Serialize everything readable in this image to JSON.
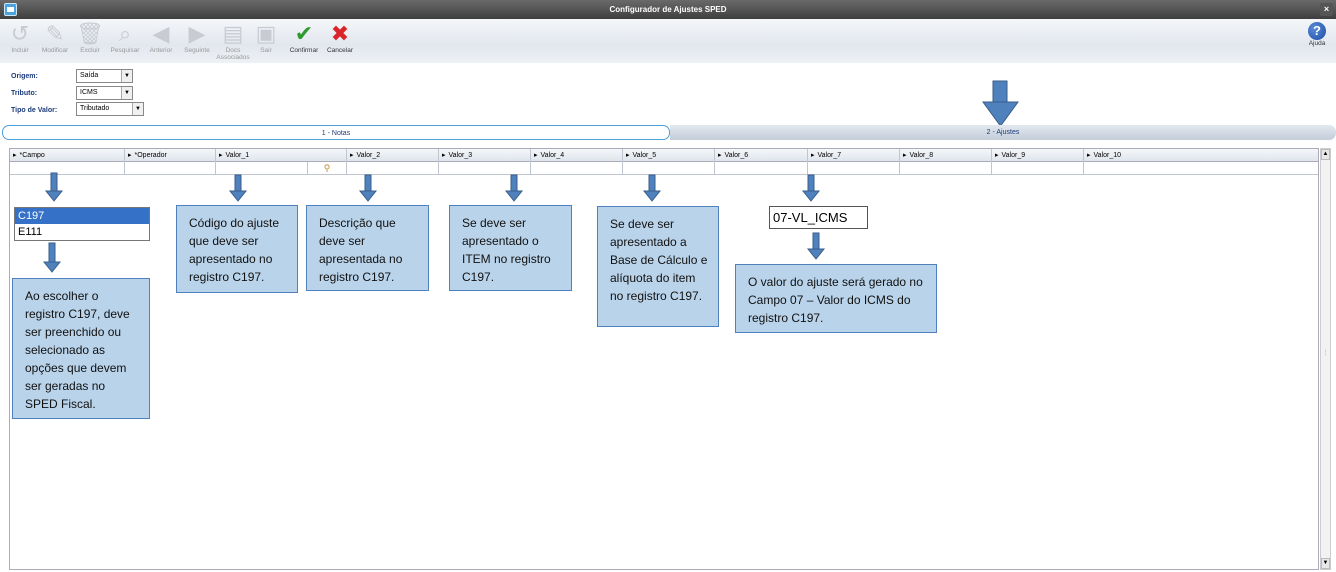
{
  "window": {
    "title": "Configurador de Ajustes SPED",
    "close_label": "×"
  },
  "toolbar": {
    "buttons": [
      {
        "label": "Incluir",
        "icon": "↺"
      },
      {
        "label": "Modificar",
        "icon": "✎"
      },
      {
        "label": "Excluir",
        "icon": "🗑"
      },
      {
        "label": "Pesquisar",
        "icon": "⌕"
      },
      {
        "label": "Anterior",
        "icon": "◀"
      },
      {
        "label": "Seguinte",
        "icon": "▶"
      },
      {
        "label": "Docs Associados",
        "icon": "▤"
      },
      {
        "label": "Sair",
        "icon": "▣"
      },
      {
        "label": "Confirmar",
        "icon": "✔"
      },
      {
        "label": "Cancelar",
        "icon": "✖"
      }
    ],
    "help_label": "Ajuda",
    "help_icon": "?"
  },
  "filters": {
    "origem": {
      "label": "Origem:",
      "value": "Saída"
    },
    "tributo": {
      "label": "Tributo:",
      "value": "ICMS"
    },
    "tipo_valor": {
      "label": "Tipo de Valor:",
      "value": "Tributado"
    }
  },
  "tabs": [
    {
      "label": "1 - Notas",
      "active": true
    },
    {
      "label": "2 - Ajustes",
      "active": false
    }
  ],
  "grid": {
    "columns": [
      "*Campo",
      "*Operador",
      "Valor_1",
      "Valor_2",
      "Valor_3",
      "Valor_4",
      "Valor_5",
      "Valor_6",
      "Valor_7",
      "Valor_8",
      "Valor_9",
      "Valor_10"
    ]
  },
  "campo_list": {
    "options": [
      "C197",
      "E111"
    ],
    "selected": "C197"
  },
  "valor7_value": "07-VL_ICMS",
  "callouts": {
    "campo": "Ao escolher o registro C197, deve ser preenchido ou selecionado as opções que devem ser geradas no SPED Fiscal.",
    "valor1": "Código do ajuste que deve ser apresentado no registro C197.",
    "valor2": "Descrição que deve ser apresentada no registro C197.",
    "valor3": "Se deve ser apresentado o ITEM no registro C197.",
    "valor5": "Se deve ser apresentado a Base de Cálculo e alíquota do item no registro C197.",
    "valor7": "O valor do ajuste será gerado no Campo 07 – Valor do ICMS do registro C197."
  },
  "colors": {
    "callout_fill": "#b9d3ea",
    "callout_border": "#4f81bd",
    "arrow": "#4f81bd",
    "selection": "#3471c7"
  }
}
